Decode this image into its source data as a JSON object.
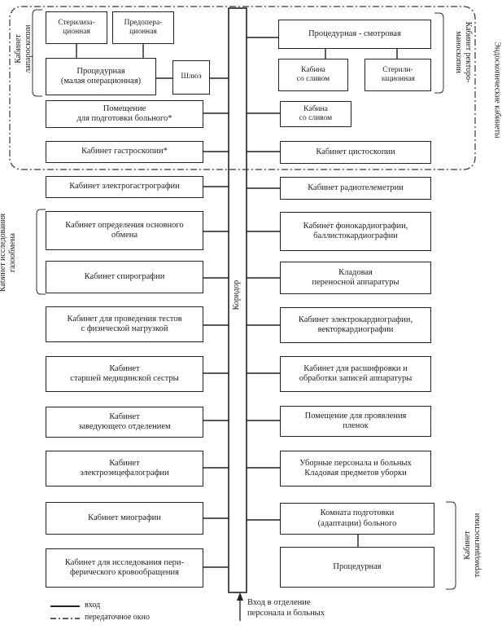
{
  "rooms": {
    "sterilizing_left": "Стерилиза-\nционная",
    "preoperative": "Предопера-\nционная",
    "procedure_small_op": "Процедурная\n(малая операционная)",
    "sluice": "Шлюз",
    "patient_prep": "Помещение\nдля подготовки больного*",
    "gastroscopy": "Кабинет гастроскопии*",
    "procedure_exam": "Процедурная - смотровая",
    "booth_toilet_1": "Кабина\nсо сливом",
    "sterilizing_right": "Стерили-\nзационная",
    "booth_toilet_2": "Кабина\nсо сливом",
    "cystoscopy": "Кабинет цистоскопии",
    "electrogastrography": "Кабинет электрогастрографии",
    "basal_metabolism": "Кабинет определения основного\nобмена",
    "spirography": "Кабинет спирографии",
    "stress_tests": "Кабинет для проведения тестов\nс физической нагрузкой",
    "head_nurse": "Кабинет\nстаршей медицинской сестры",
    "department_head": "Кабинет\nзаведующего отделением",
    "electroencephalography": "Кабинет\nэлектроэнцефалографии",
    "myography": "Кабинет миографии",
    "peripheral_circulation": "Кабинет для исследования пери-\nферического кровообращения",
    "radiotelemetry": "Кабинет радиотелеметрии",
    "phonocardiography": "Кабинет фонокардиографии,\nбаллистокардиографии",
    "portable_storage": "Кладовая\nпереносной аппаратуры",
    "ecg_vcg": "Кабинет электрокардиографии,\nвекторкардиографии",
    "decoding": "Кабинет для расшифровки и\nобработки записей аппаратуры",
    "film_processing": "Помещение для проявления\nпленок",
    "toilets_storage": "Уборные персонала и больных\nКладовая предметов уборки",
    "prep_adaptation": "Комната подготовки\n(адаптации) больного",
    "procedure_thermo": "Процедурная"
  },
  "corridor_label": "Коридор",
  "group_labels": {
    "laparoscopy": "Кабинет\nлапароскопии",
    "rectoromanoscopy": "Кабинет ректоро-\nманоскопии",
    "endoscopic": "Эндоскопические кабинеты",
    "gas_exchange": "Кабинет исследования\nгазообмена",
    "thermodiagnostics": "Кабинет\nтермодиагностики"
  },
  "legend": {
    "entrance": "вход",
    "transfer_window": "передаточное окно"
  },
  "entry_label": "Вход в отделение\nперсонала и больных"
}
